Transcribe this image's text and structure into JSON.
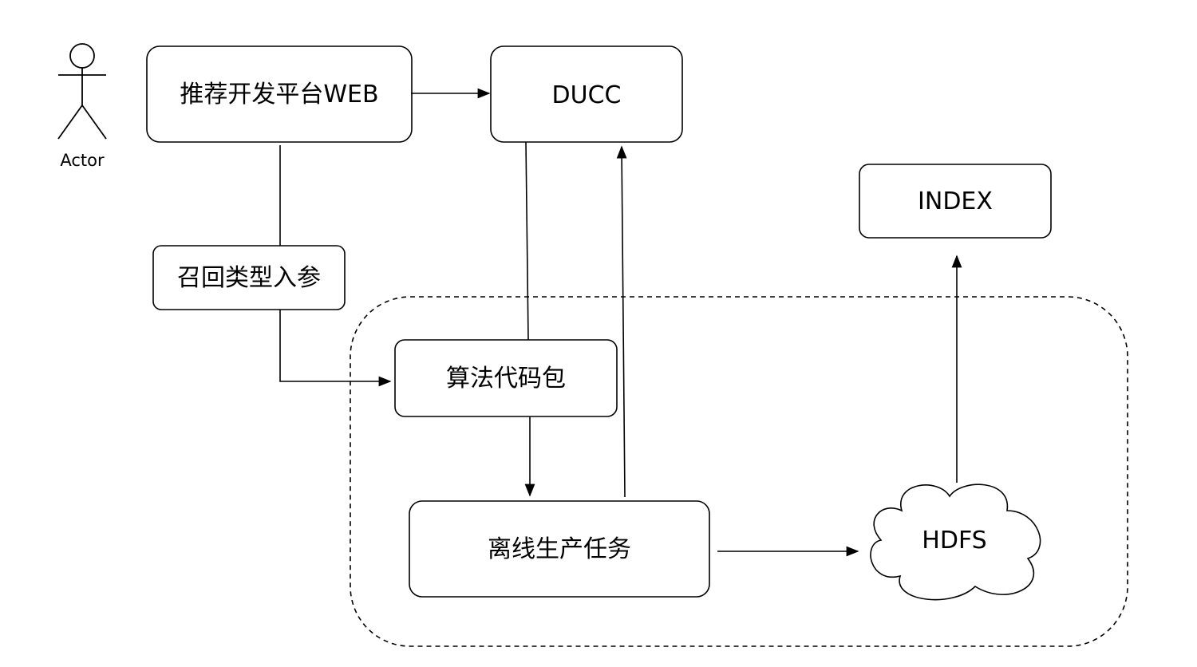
{
  "actor": {
    "label": "Actor"
  },
  "nodes": {
    "web": "推荐开发平台WEB",
    "ducc": "DUCC",
    "index": "INDEX",
    "recall_params": "召回类型入参",
    "algo_package": "算法代码包",
    "offline_task": "离线生产任务",
    "hdfs": "HDFS"
  },
  "colors": {
    "stroke": "#000000",
    "background": "#ffffff"
  }
}
